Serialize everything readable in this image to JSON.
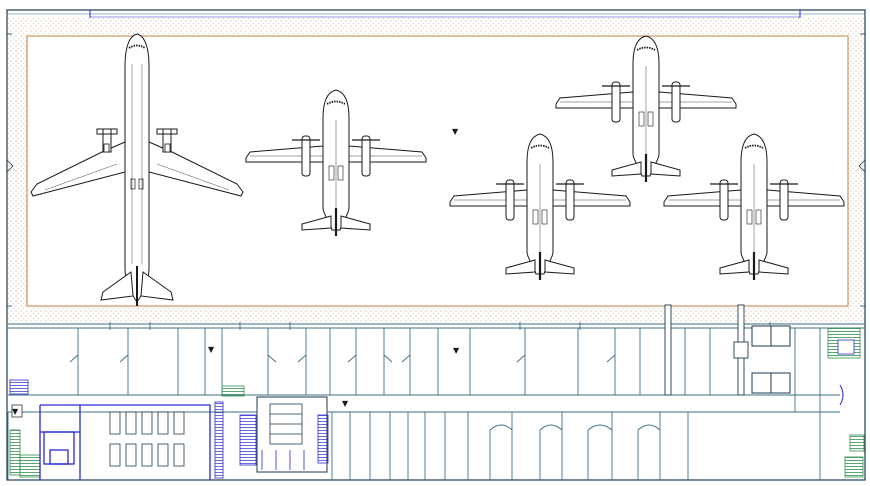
{
  "drawing": {
    "type": "hangar floor plan (CAD)",
    "colors": {
      "background": "#ffffff",
      "line": "#1a1a1a",
      "wall": "#1f3a4d",
      "apron_border": "#c8965a",
      "stipple": "#b58a5a",
      "blue_rooms": "#2a2ad0",
      "green_hatch": "#2f8f4f",
      "teal_wall": "#3e6f86"
    },
    "aircraft": [
      {
        "id": "jet-1",
        "kind": "narrow-body jet"
      },
      {
        "id": "turboprop-1",
        "kind": "turboprop"
      },
      {
        "id": "turboprop-2",
        "kind": "turboprop"
      },
      {
        "id": "turboprop-3",
        "kind": "turboprop"
      },
      {
        "id": "turboprop-4",
        "kind": "turboprop"
      }
    ]
  }
}
